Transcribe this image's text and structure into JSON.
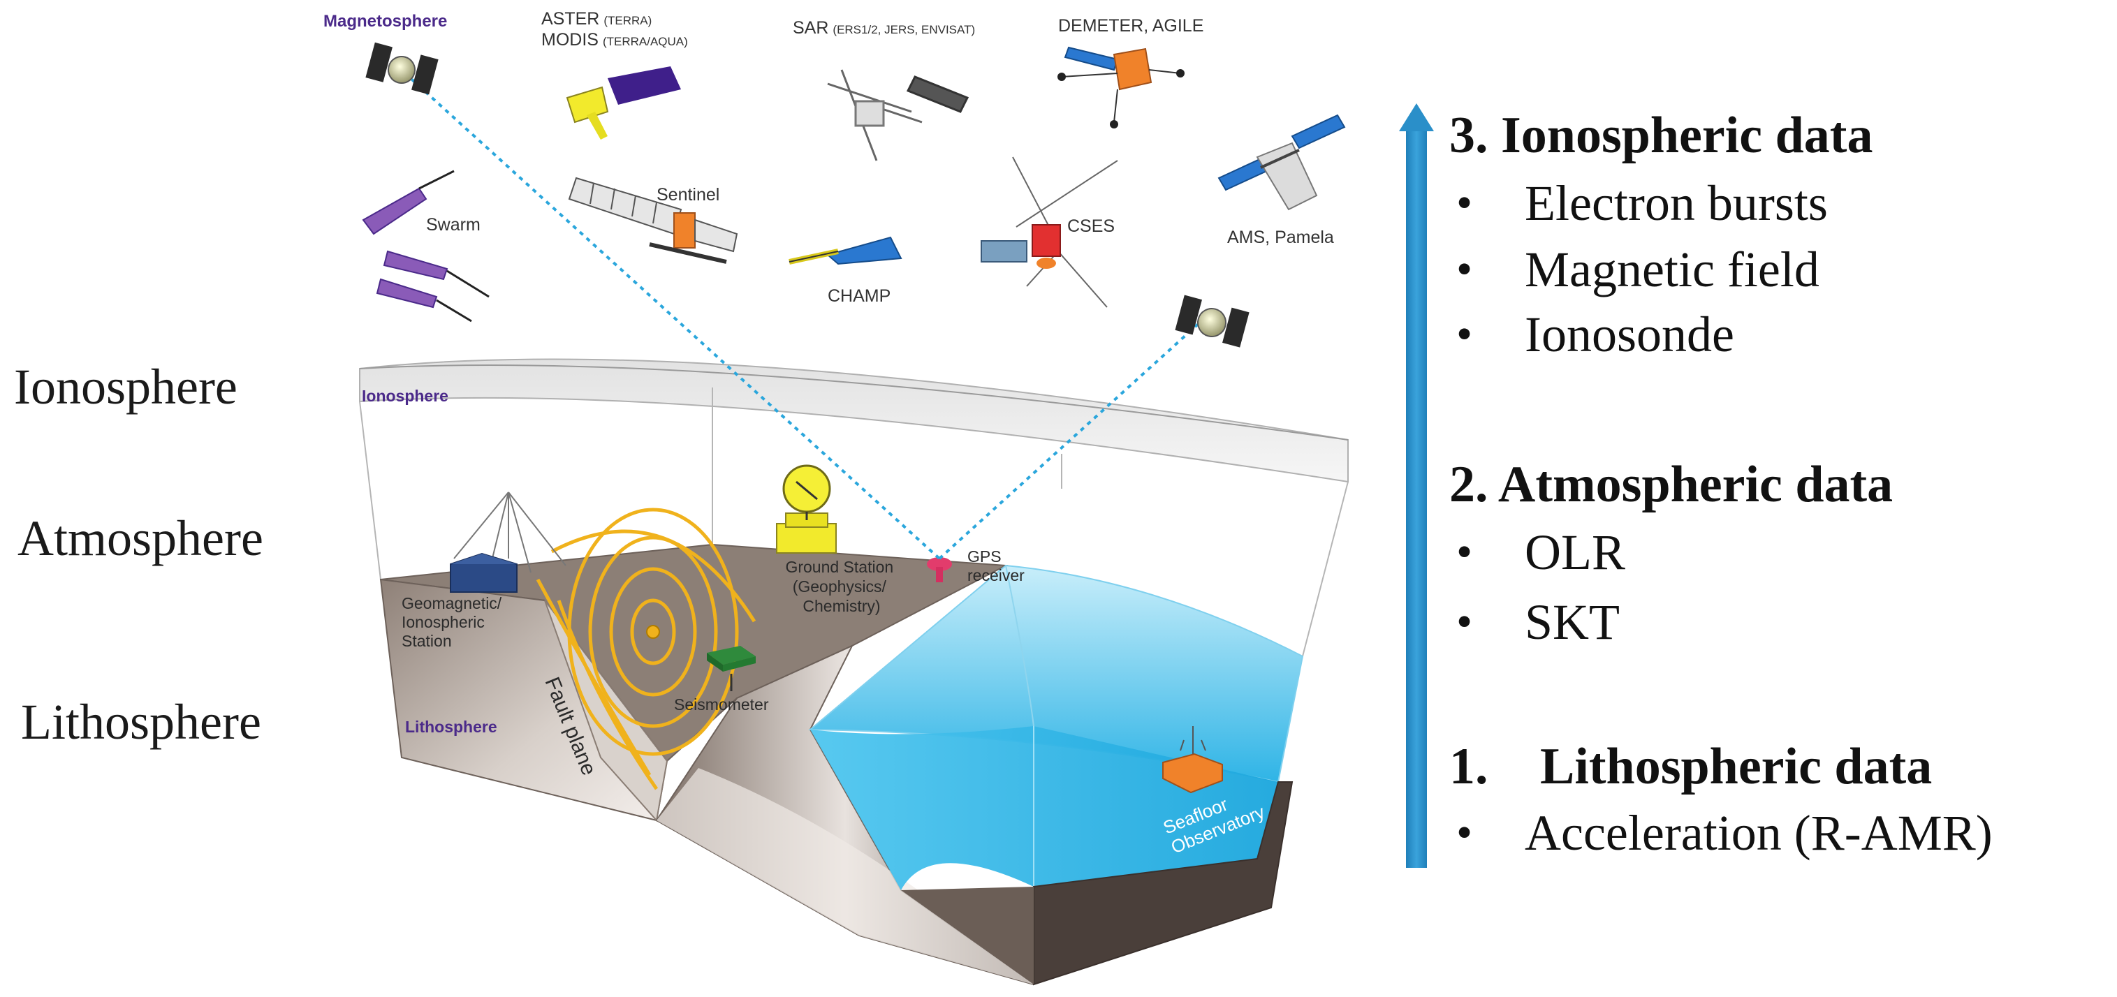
{
  "satellites": {
    "magnetosphere": "Magnetosphere",
    "aster_line1": "ASTER",
    "aster_line1_small": "(TERRA)",
    "modis_line2": "MODIS",
    "modis_line2_small": "(TERRA/AQUA)",
    "sar": "SAR",
    "sar_small": "(ERS1/2, JERS, ENVISAT)",
    "demeter": "DEMETER, AGILE",
    "swarm": "Swarm",
    "sentinel": "Sentinel",
    "champ": "CHAMP",
    "cses": "CSES",
    "ams": "AMS, Pamela"
  },
  "layers": {
    "ionosphere": "Ionosphere",
    "atmosphere": "Atmosphere",
    "lithosphere": "Lithosphere"
  },
  "inner_labels": {
    "ionosphere": "Ionosphere",
    "lithosphere": "Lithosphere"
  },
  "ground": {
    "station_line1": "Geomagnetic/",
    "station_line2": "Ionospheric",
    "station_line3": "Station",
    "fault_plane": "Fault plane",
    "ground_station_line1": "Ground Station",
    "ground_station_line2": "(Geophysics/",
    "ground_station_line3": "Chemistry)",
    "gps_line1": "GPS",
    "gps_line2": "receiver",
    "seismometer": "Seismometer",
    "seafloor_line1": "Seafloor",
    "seafloor_line2": "Observatory"
  },
  "data_sections": {
    "ionospheric": {
      "heading": "3. Ionospheric data",
      "items": [
        "Electron bursts",
        "Magnetic field",
        "Ionosonde"
      ]
    },
    "atmospheric": {
      "heading": "2. Atmospheric data",
      "items": [
        "OLR",
        "SKT"
      ]
    },
    "lithospheric": {
      "heading_num": "1.",
      "heading_text": "Lithospheric data",
      "items": [
        "Acceleration (R-AMR)"
      ]
    }
  },
  "bullet_char": "•",
  "colors": {
    "arrow": "#2a8fc9",
    "ocean": "#4cc4ee",
    "ground": "#8a7d74",
    "purple_label": "#4b2a8a",
    "fault_lines": "#f0b21c"
  }
}
